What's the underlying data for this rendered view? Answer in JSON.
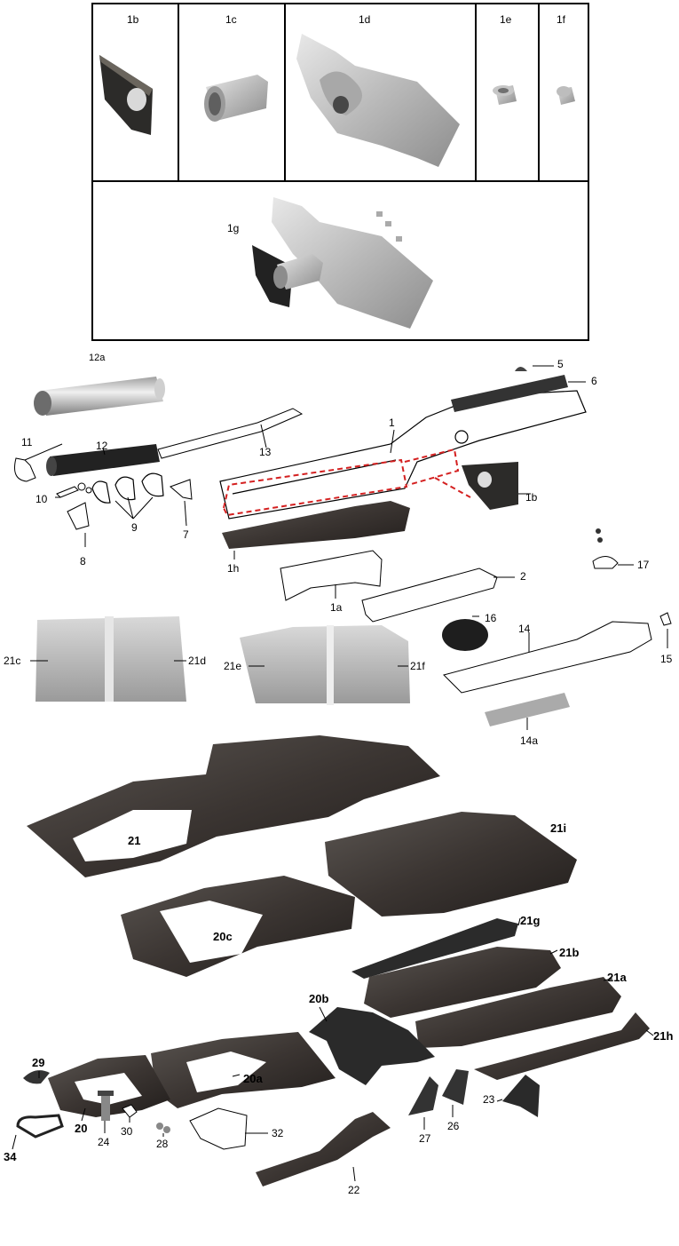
{
  "top_table": {
    "row1": [
      "1b",
      "1c",
      "1d",
      "1e",
      "1f"
    ],
    "row2": [
      "1g"
    ]
  },
  "callouts": {
    "c1": "1",
    "c1a": "1a",
    "c1b": "1b",
    "c1h": "1h",
    "c2": "2",
    "c5": "5",
    "c6": "6",
    "c7": "7",
    "c8": "8",
    "c9": "9",
    "c10": "10",
    "c11": "11",
    "c12": "12",
    "c12a": "12a",
    "c13": "13",
    "c14": "14",
    "c14a": "14a",
    "c15": "15",
    "c16": "16",
    "c17": "17",
    "c21c": "21c",
    "c21d": "21d",
    "c21e": "21e",
    "c21f": "21f",
    "c21": "21",
    "c21i": "21i",
    "c20c": "20c",
    "c21g": "21g",
    "c21b": "21b",
    "c21a": "21a",
    "c21h": "21h",
    "c20b": "20b",
    "c20a": "20a",
    "c20": "20",
    "c29": "29",
    "c34": "34",
    "c24": "24",
    "c30": "30",
    "c28": "28",
    "c32": "32",
    "c22": "22",
    "c27": "27",
    "c26": "26",
    "c23": "23"
  }
}
